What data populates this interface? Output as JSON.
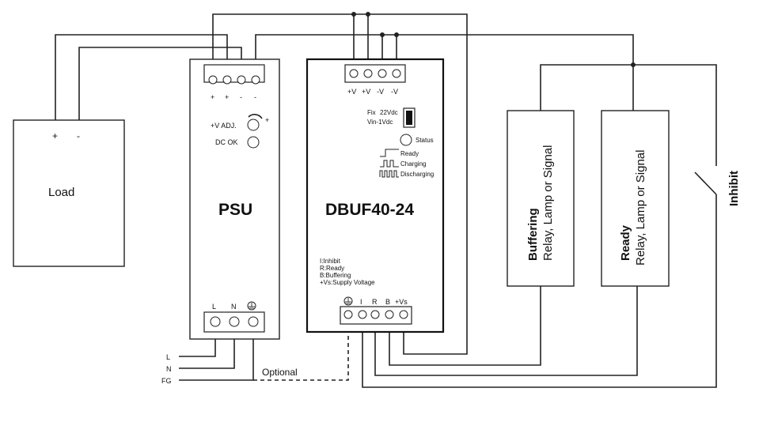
{
  "load": {
    "label": "Load",
    "plus": "+",
    "minus": "-"
  },
  "psu": {
    "title": "PSU",
    "top_terminals": [
      "+",
      "+",
      "-",
      "-"
    ],
    "vadj_label": "+V ADJ.",
    "vadj_plus": "+",
    "dcok_label": "DC OK",
    "bottom_terminals": [
      "L",
      "N"
    ]
  },
  "dbuf": {
    "title": "DBUF40-24",
    "top_terminals": [
      "+V",
      "+V",
      "-V",
      "-V"
    ],
    "switch_fix": "Fix",
    "switch_fix_value": "22Vdc",
    "switch_vin": "Vin-1Vdc",
    "status_label": "Status",
    "legend": [
      "Ready",
      "Charging",
      "Discharging"
    ],
    "notes": [
      "I:Inhibit",
      "R:Ready",
      "B:Buffering",
      "+Vs:Supply Voltage"
    ],
    "bottom_terminals": [
      "I",
      "R",
      "B",
      "+Vs"
    ]
  },
  "buffering_box": {
    "line1": "Buffering",
    "line2": "Relay,  Lamp or Signal"
  },
  "ready_box": {
    "line1": "Ready",
    "line2": "Relay,  Lamp or Signal"
  },
  "inhibit_label": "Inhibit",
  "mains": {
    "L": "L",
    "N": "N",
    "FG": "FG",
    "optional": "Optional"
  }
}
